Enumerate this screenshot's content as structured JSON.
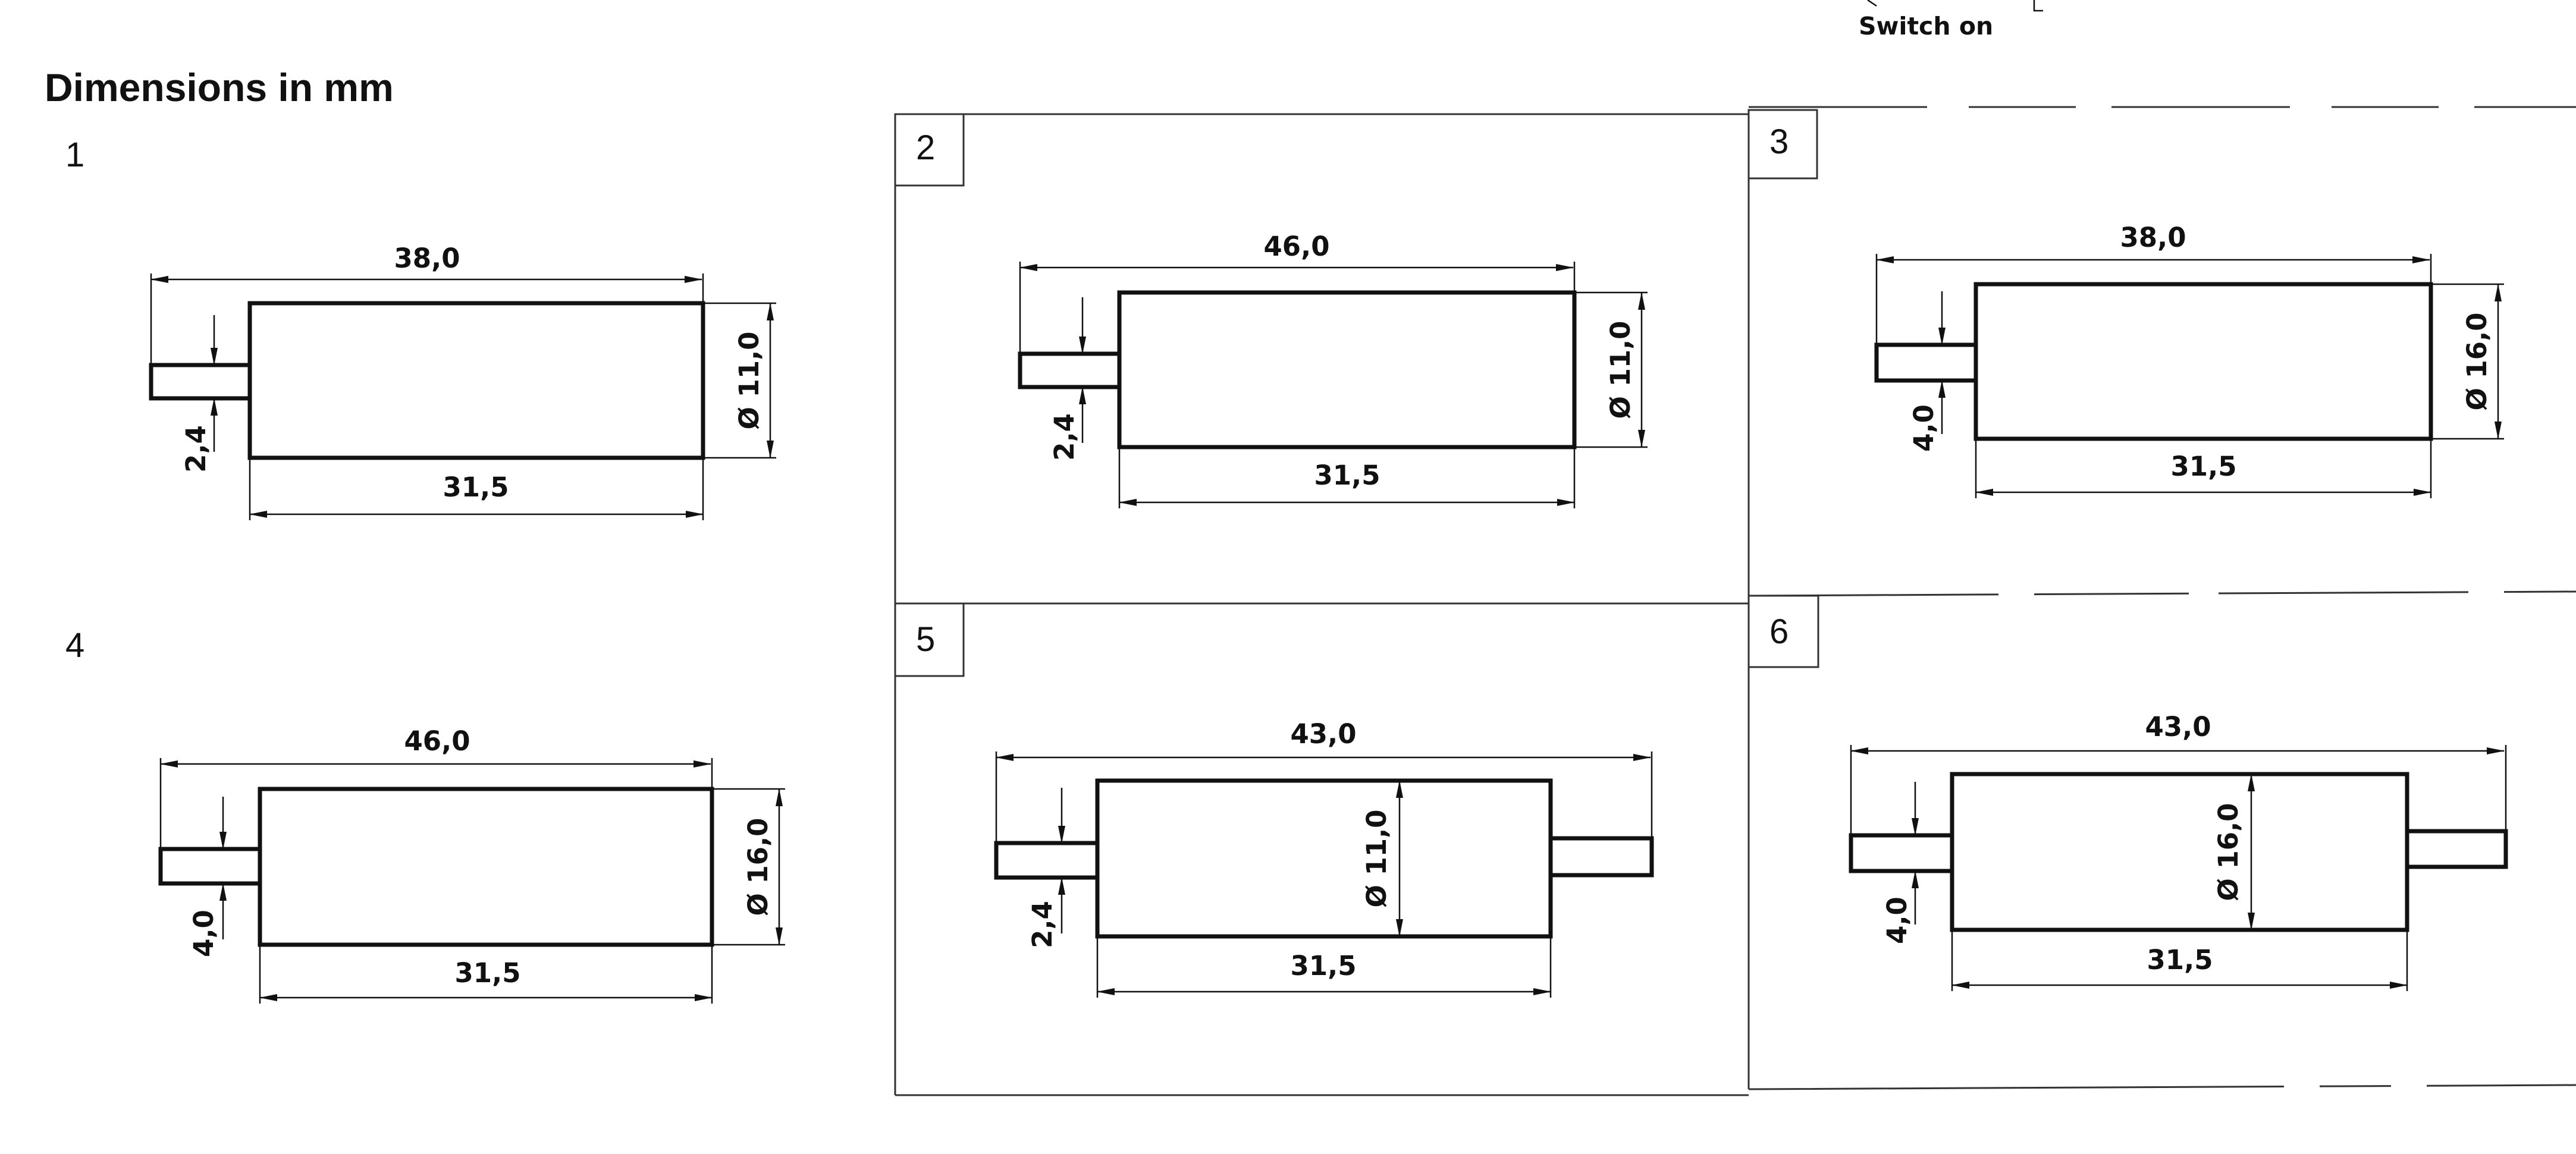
{
  "header": {
    "switch_label": "Switch on",
    "title": "Dimensions in mm"
  },
  "panels": [
    {
      "number": "1",
      "total_length": "38,0",
      "body_length": "31,5",
      "diameter": "Ø 11,0",
      "shaft_diameter": "2,4",
      "double_shaft": false
    },
    {
      "number": "2",
      "total_length": "46,0",
      "body_length": "31,5",
      "diameter": "Ø 11,0",
      "shaft_diameter": "2,4",
      "double_shaft": false
    },
    {
      "number": "3",
      "total_length": "38,0",
      "body_length": "31,5",
      "diameter": "Ø 16,0",
      "shaft_diameter": "4,0",
      "double_shaft": false
    },
    {
      "number": "4",
      "total_length": "46,0",
      "body_length": "31,5",
      "diameter": "Ø 16,0",
      "shaft_diameter": "4,0",
      "double_shaft": false
    },
    {
      "number": "5",
      "total_length": "43,0",
      "body_length": "31,5",
      "diameter": "Ø 11,0",
      "shaft_diameter": "2,4",
      "double_shaft": true
    },
    {
      "number": "6",
      "total_length": "43,0",
      "body_length": "31,5",
      "diameter": "Ø 16,0",
      "shaft_diameter": "4,0",
      "double_shaft": true
    }
  ]
}
